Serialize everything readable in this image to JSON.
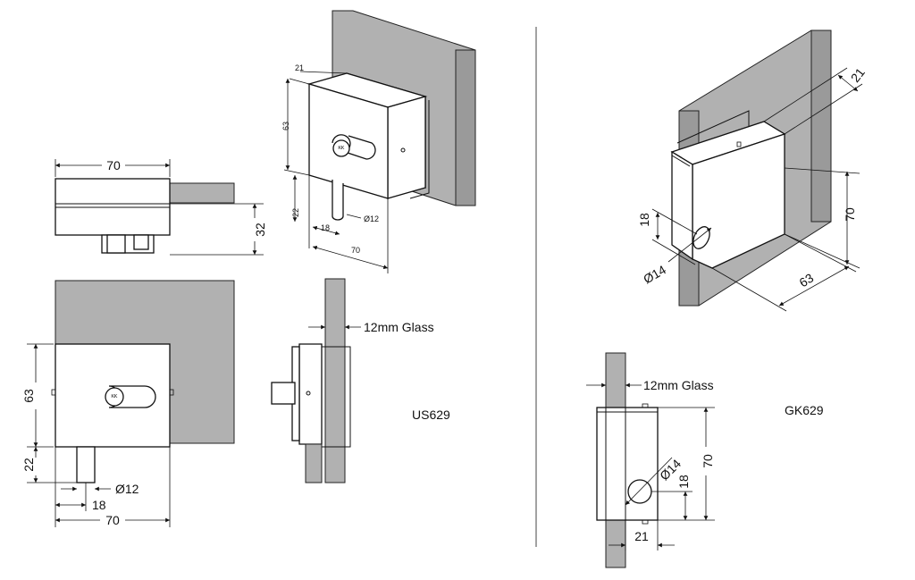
{
  "products": {
    "left": {
      "code": "US629",
      "glass_label": "12mm Glass",
      "dims": {
        "width": "70",
        "depth": "32",
        "height": "63",
        "bolt_offset": "22",
        "bolt_diameter": "Ø12",
        "bolt_pos": "18"
      },
      "iso_dims": {
        "d21": "21",
        "d63": "63",
        "d22": "22",
        "d12": "Ø12",
        "d18": "18",
        "d70": "70"
      }
    },
    "right": {
      "code": "GK629",
      "glass_label": "12mm Glass",
      "iso_dims": {
        "d21": "21",
        "d18": "18",
        "d70": "70",
        "d14": "Ø14",
        "d63": "63"
      },
      "side_dims": {
        "d14": "Ø14",
        "d70": "70",
        "d18": "18",
        "d21": "21"
      }
    }
  },
  "colors": {
    "glass": "#b1b1b1",
    "glass_edge": "#9a9a9a",
    "line": "#111111",
    "body": "#ffffff"
  }
}
